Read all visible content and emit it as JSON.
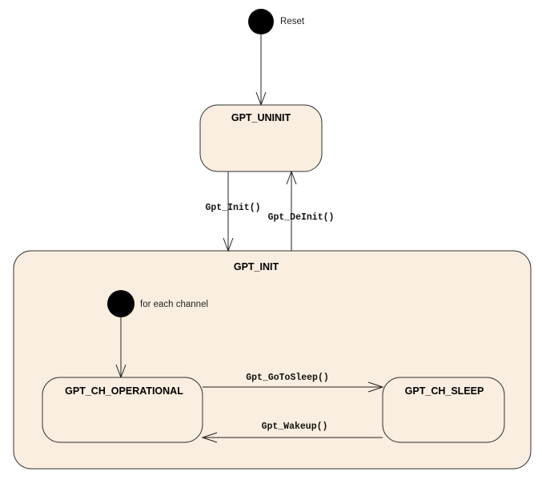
{
  "colors": {
    "state_fill": "#faeee0",
    "state_stroke": "#333333",
    "pseudo_fill": "#000000"
  },
  "initial_reset": {
    "label": "Reset"
  },
  "states": {
    "uninit": {
      "title": "GPT_UNINIT"
    },
    "init": {
      "title": "GPT_INIT",
      "initial_label": "for each channel",
      "substates": {
        "operational": {
          "title": "GPT_CH_OPERATIONAL"
        },
        "sleep": {
          "title": "GPT_CH_SLEEP"
        }
      }
    }
  },
  "transitions": {
    "init": "Gpt_Init()",
    "deinit": "Gpt_DeInit()",
    "go_to_sleep": "Gpt_GoToSleep()",
    "wakeup": "Gpt_Wakeup()"
  }
}
